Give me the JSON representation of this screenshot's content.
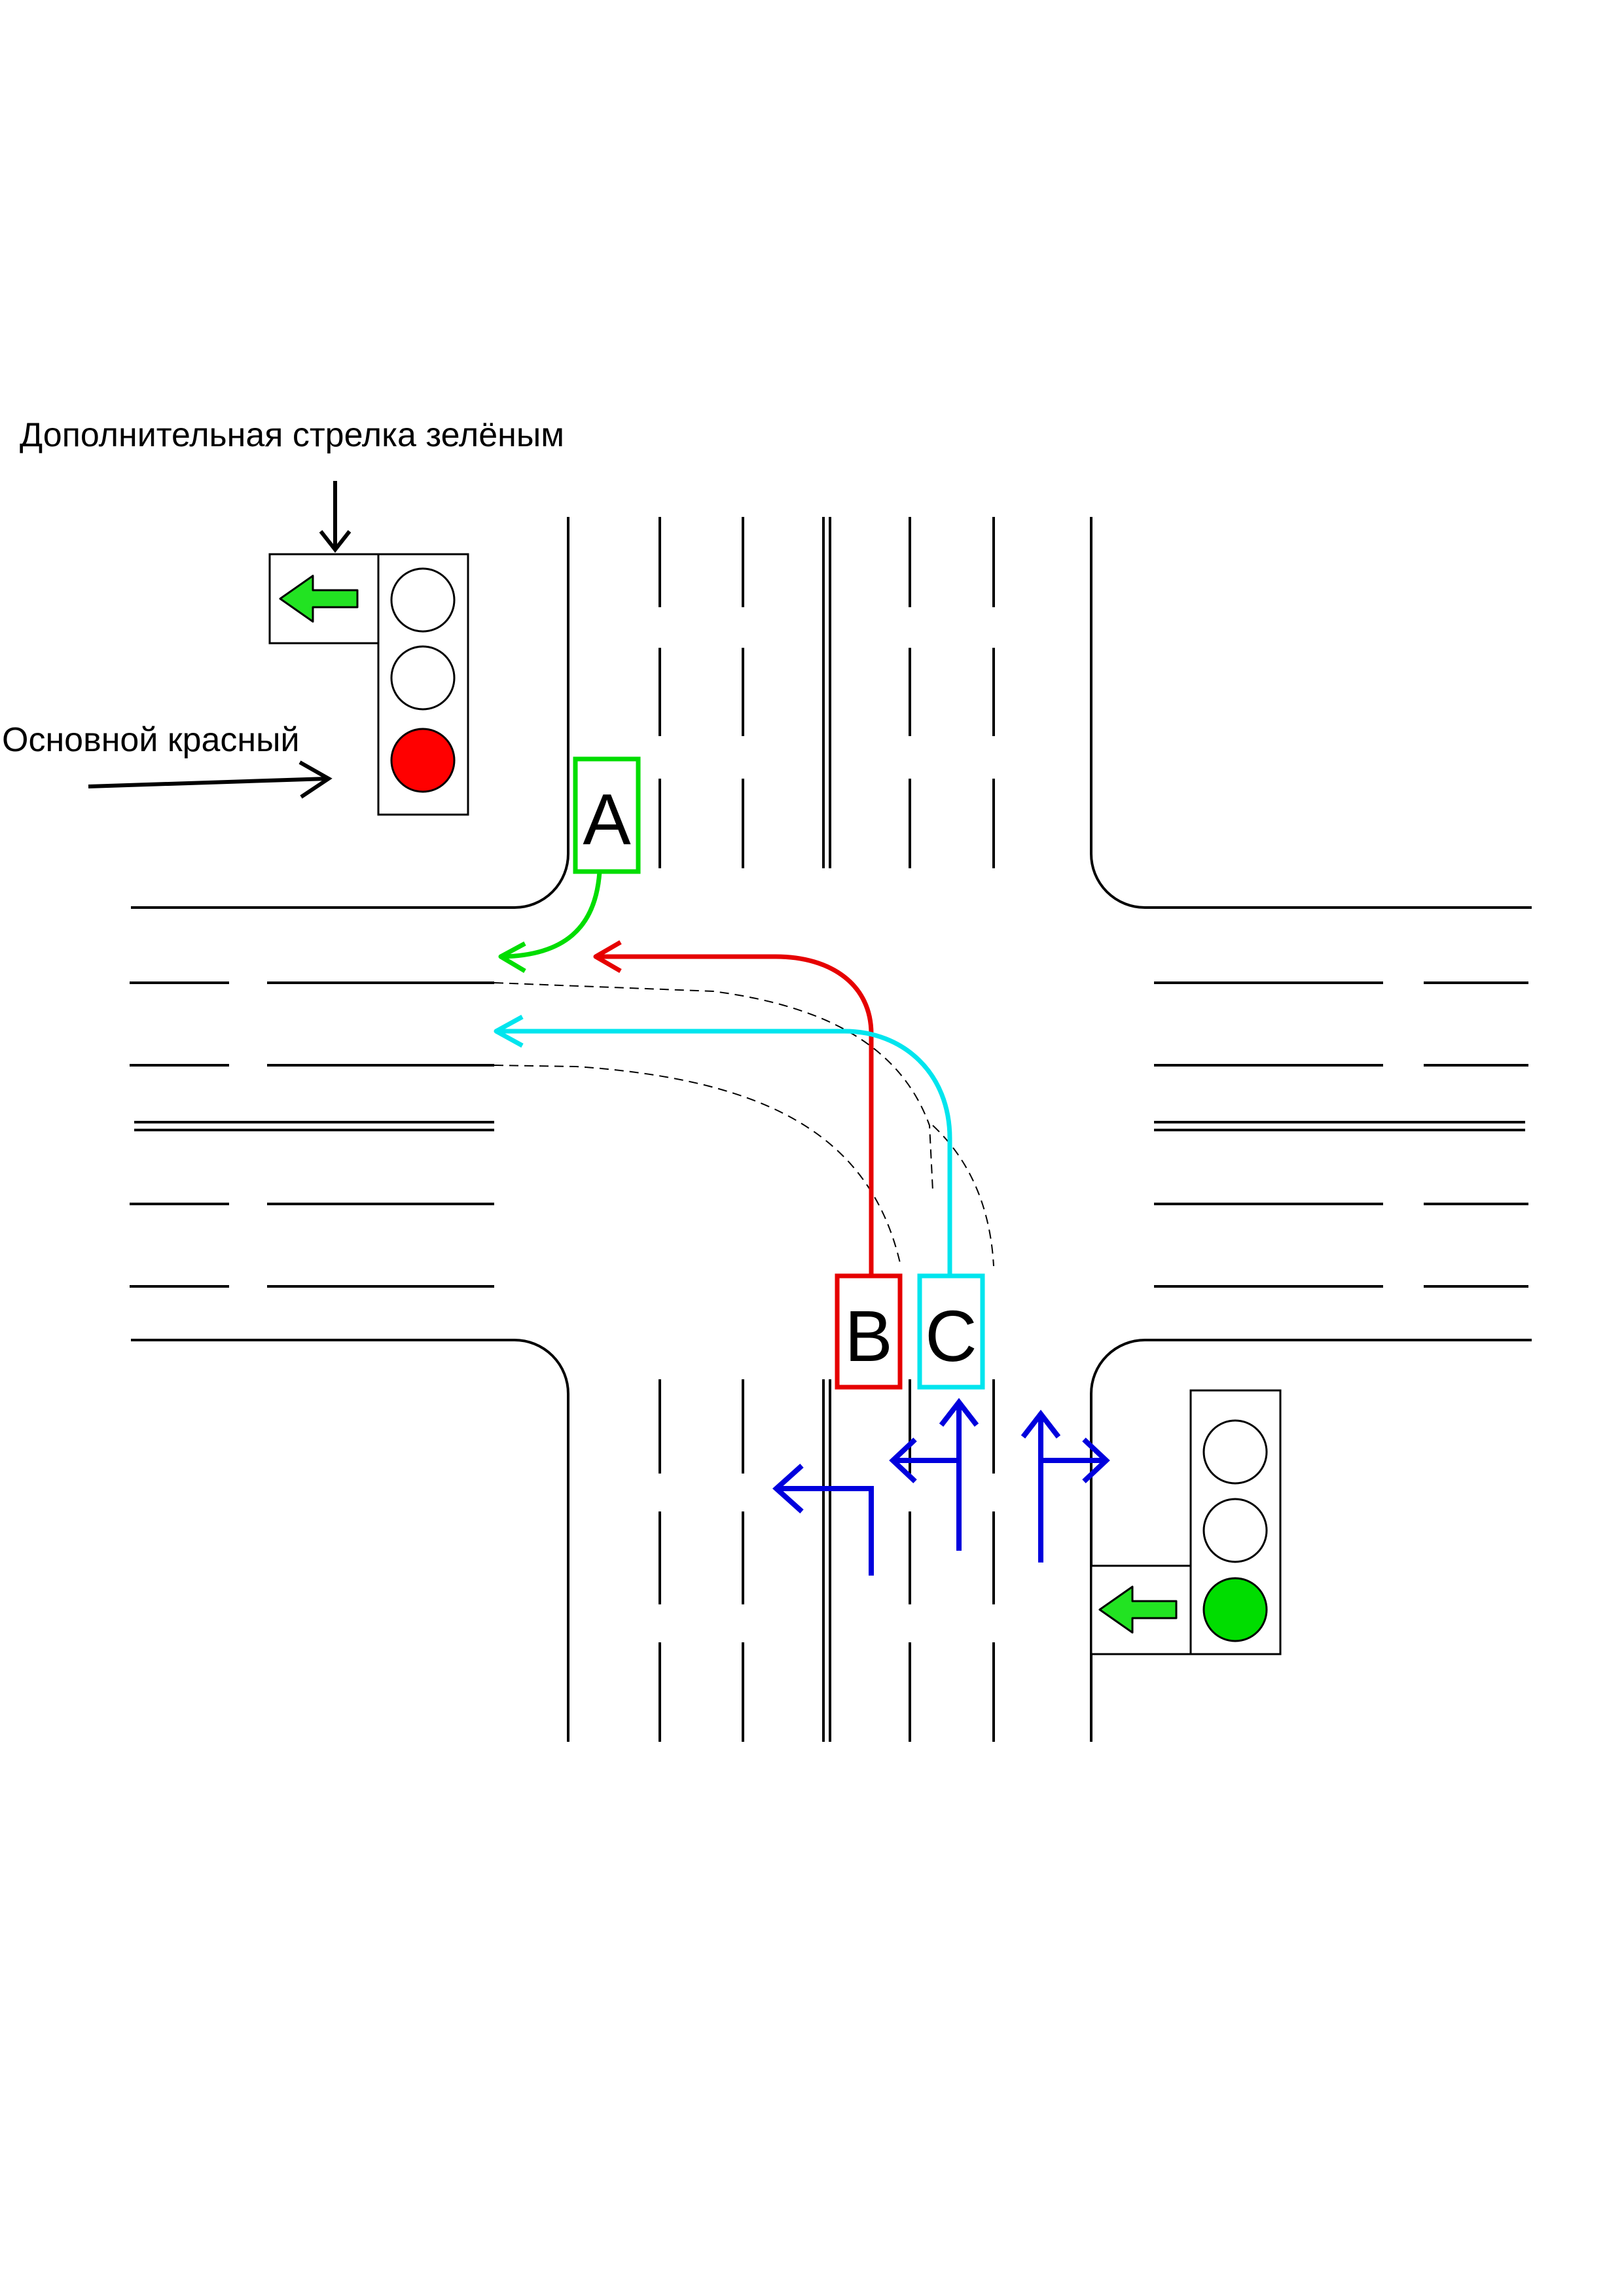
{
  "labels": {
    "extra_arrow": "Дополнительная стрелка зелёным",
    "main_red": "Основной красный"
  },
  "vehicles": [
    {
      "id": "A",
      "label": "A",
      "color": "#00dd00",
      "path": "turns left onto the near lane"
    },
    {
      "id": "B",
      "label": "B",
      "color": "#e60000",
      "path": "turns left onto the near lane"
    },
    {
      "id": "C",
      "label": "C",
      "color": "#00e5ee",
      "path": "turns left onto the second lane"
    }
  ],
  "traffic_lights": [
    {
      "id": "top-left",
      "main_signal": "red",
      "extra_section": "green left arrow"
    },
    {
      "id": "bottom-right",
      "main_signal": "green",
      "extra_section": "green left arrow"
    }
  ],
  "lane_arrows": [
    "left",
    "left and straight",
    "straight and right"
  ],
  "colors": {
    "green_light": "#00dd00",
    "red_light": "#ff0000",
    "lane_arrow": "#0000dd",
    "car_a": "#00dd00",
    "car_b": "#e60000",
    "car_c": "#00e5ee"
  }
}
